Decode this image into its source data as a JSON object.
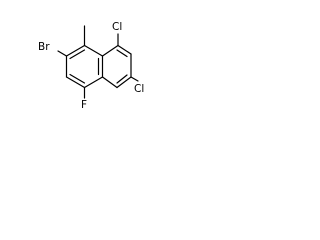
{
  "molecule": {
    "atom_labels": {
      "br": "Br",
      "cl_top": "Cl",
      "cl_right": "Cl",
      "f": "F"
    }
  }
}
